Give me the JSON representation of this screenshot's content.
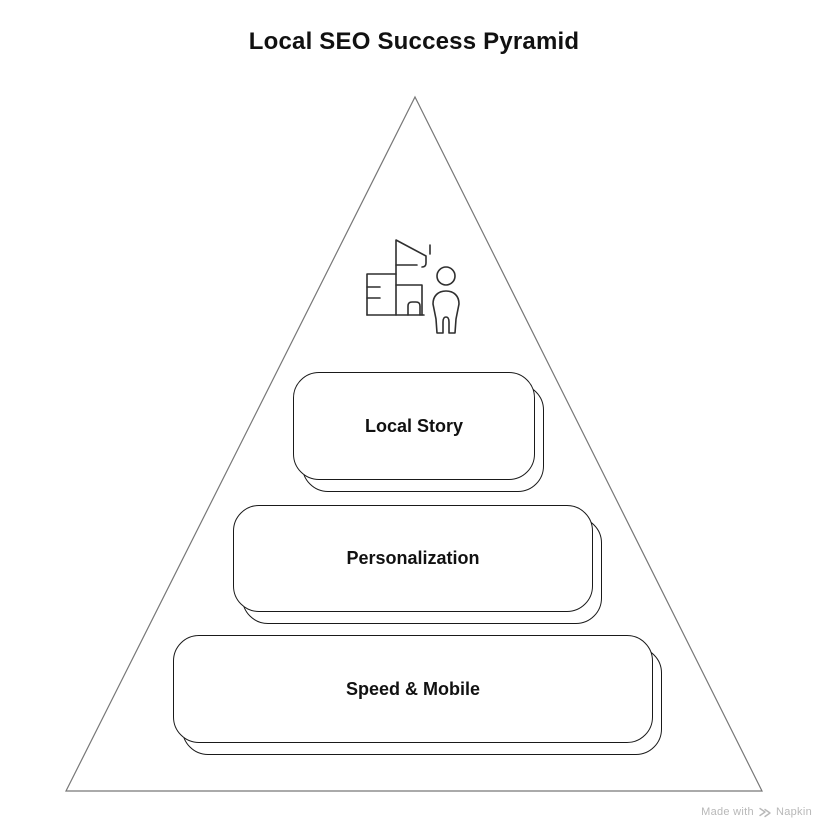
{
  "title": "Local SEO Success Pyramid",
  "pyramid": {
    "levels": [
      {
        "label": "Local Story"
      },
      {
        "label": "Personalization"
      },
      {
        "label": "Speed & Mobile"
      }
    ],
    "apex_icon": "local-business-person-icon"
  },
  "watermark": {
    "made_with": "Made with",
    "brand": "Napkin",
    "logo_icon": "napkin-logo-icon"
  },
  "colors": {
    "background": "#ffffff",
    "pyramid_outline": "#777777",
    "box_border": "#1a1a1a",
    "text": "#111111",
    "icon_stroke": "#2f2f2f",
    "watermark": "#b8b8b8"
  }
}
